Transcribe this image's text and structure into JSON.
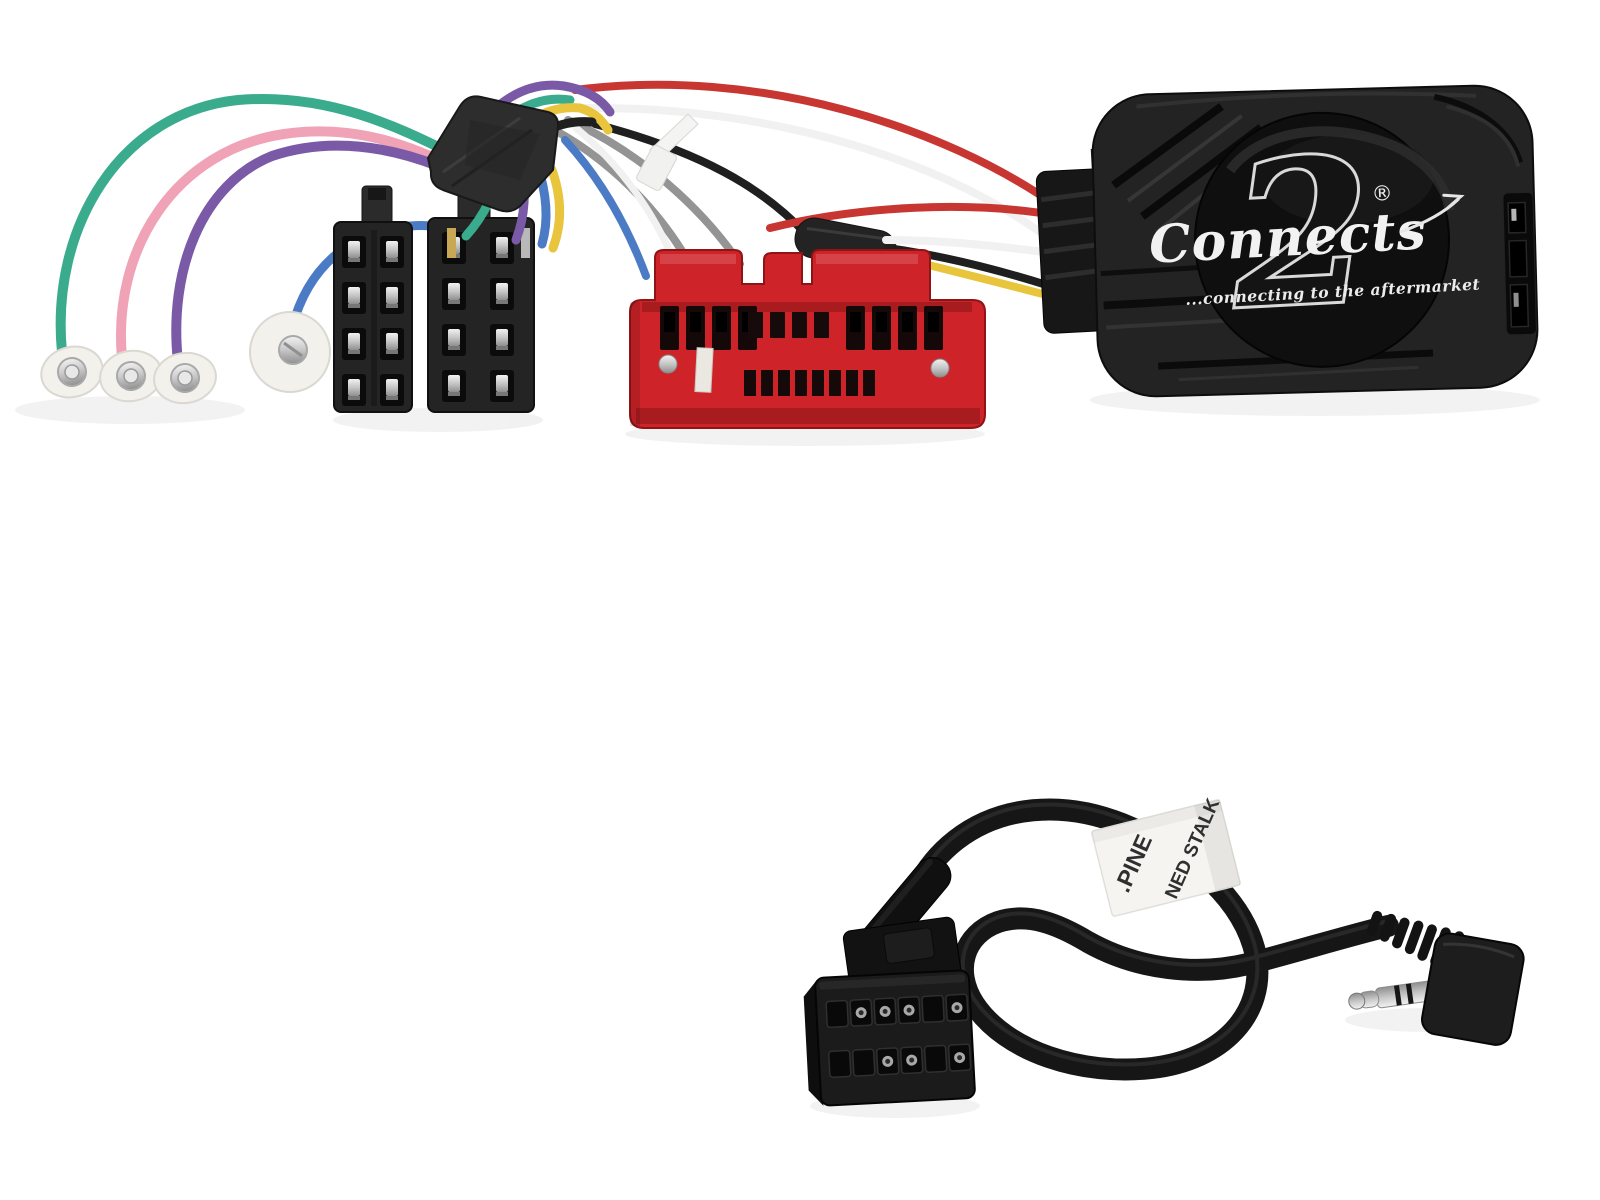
{
  "photo": {
    "background": "#ffffff"
  },
  "module": {
    "body_color": "#232323",
    "logo": {
      "script_word": "Connects",
      "numeral": "2",
      "registered_mark": "®",
      "tagline": "...connecting to the aftermarket",
      "color": "#f2f2f2"
    }
  },
  "harness": {
    "connector_red": "#ce2328",
    "wires": {
      "teal": "#3aac8d",
      "pink": "#f0a3b6",
      "purple": "#7a5aa6",
      "blue": "#4b7bc4",
      "yellow": "#e8c53c",
      "red": "#c83632",
      "orange": "#dd7b2e",
      "gray": "#949494",
      "white": "#f1f1f1",
      "black": "#1f1f1f"
    }
  },
  "patch_lead": {
    "cable_color": "#161616",
    "label": {
      "line1": ".PINE",
      "line2": "NED STALK",
      "background": "#f5f4f1",
      "text_color": "#2f2f2f"
    }
  }
}
